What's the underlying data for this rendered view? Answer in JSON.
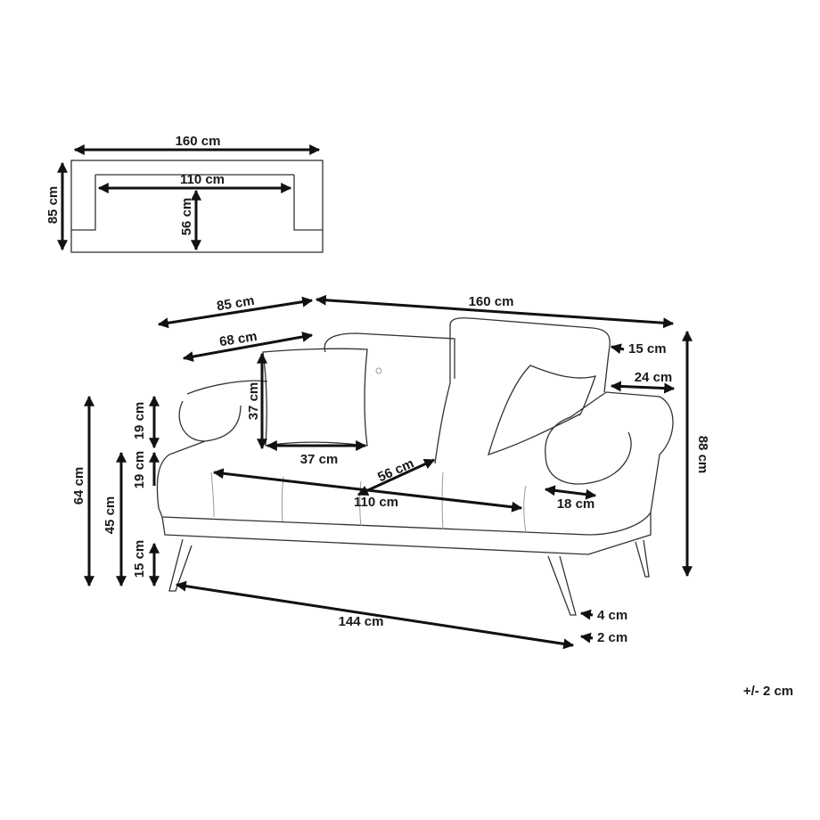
{
  "top_view": {
    "width": "160 cm",
    "seat_width": "110 cm",
    "seat_depth": "56 cm",
    "depth": "85 cm"
  },
  "main_view": {
    "depth": "85 cm",
    "width": "160 cm",
    "seat_depth_total": "68 cm",
    "backrest_thickness": "15 cm",
    "armrest_width": "24 cm",
    "height": "88 cm",
    "pillow_height": "37 cm",
    "pillow_width": "37 cm",
    "armrest_above_seat": "19 cm",
    "seat_cushion_height": "19 cm",
    "armrest_height": "64 cm",
    "seat_height": "45 cm",
    "leg_height": "15 cm",
    "seat_width": "110 cm",
    "seat_depth": "56 cm",
    "armrest_inner": "18 cm",
    "base_width": "144 cm",
    "leg_top": "4 cm",
    "leg_bottom": "2 cm"
  },
  "tolerance": "+/- 2 cm"
}
